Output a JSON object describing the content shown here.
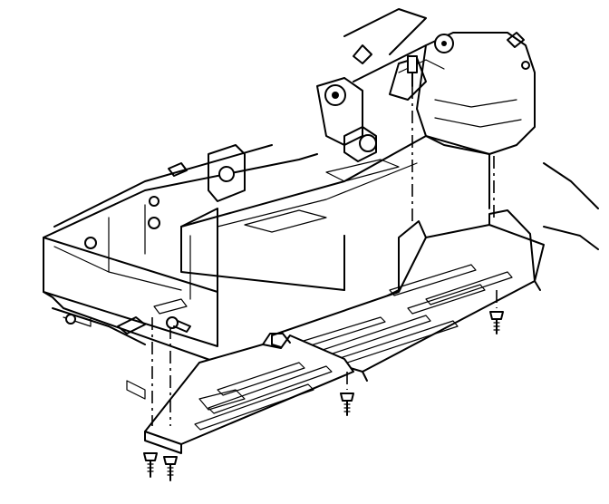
{
  "figure": {
    "description_visible_text": "",
    "colors": {
      "line": "#000000",
      "background": "#ffffff"
    },
    "parts": [
      "vehicle-frame",
      "fuel-tank",
      "fuel-tank-shield-front",
      "fuel-tank-shield-rear",
      "shield-bolt-left-1",
      "shield-bolt-left-2",
      "shield-bolt-center",
      "shield-bolt-right",
      "strap-bolt",
      "frame-bracket"
    ]
  }
}
